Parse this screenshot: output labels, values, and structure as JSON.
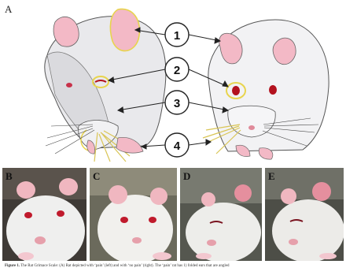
{
  "panel_a": {
    "label": "A",
    "numbers": [
      "1",
      "2",
      "3",
      "4"
    ]
  },
  "photos": [
    {
      "label": "B"
    },
    {
      "label": "C"
    },
    {
      "label": "D"
    },
    {
      "label": "E"
    }
  ],
  "caption": {
    "bold": "Figure 1.",
    "text": " The Rat Grimace Scale: (A) Rat depicted with ‘pain’ (left) and with ‘no pain’ (right). The ‘pain’ rat has 1) folded ears that are angled"
  },
  "colors": {
    "highlight": "#e8d44d",
    "rat_body": "#f2f2f4",
    "ear_pink": "#f3b9c6",
    "eye_red": "#b3121e"
  }
}
